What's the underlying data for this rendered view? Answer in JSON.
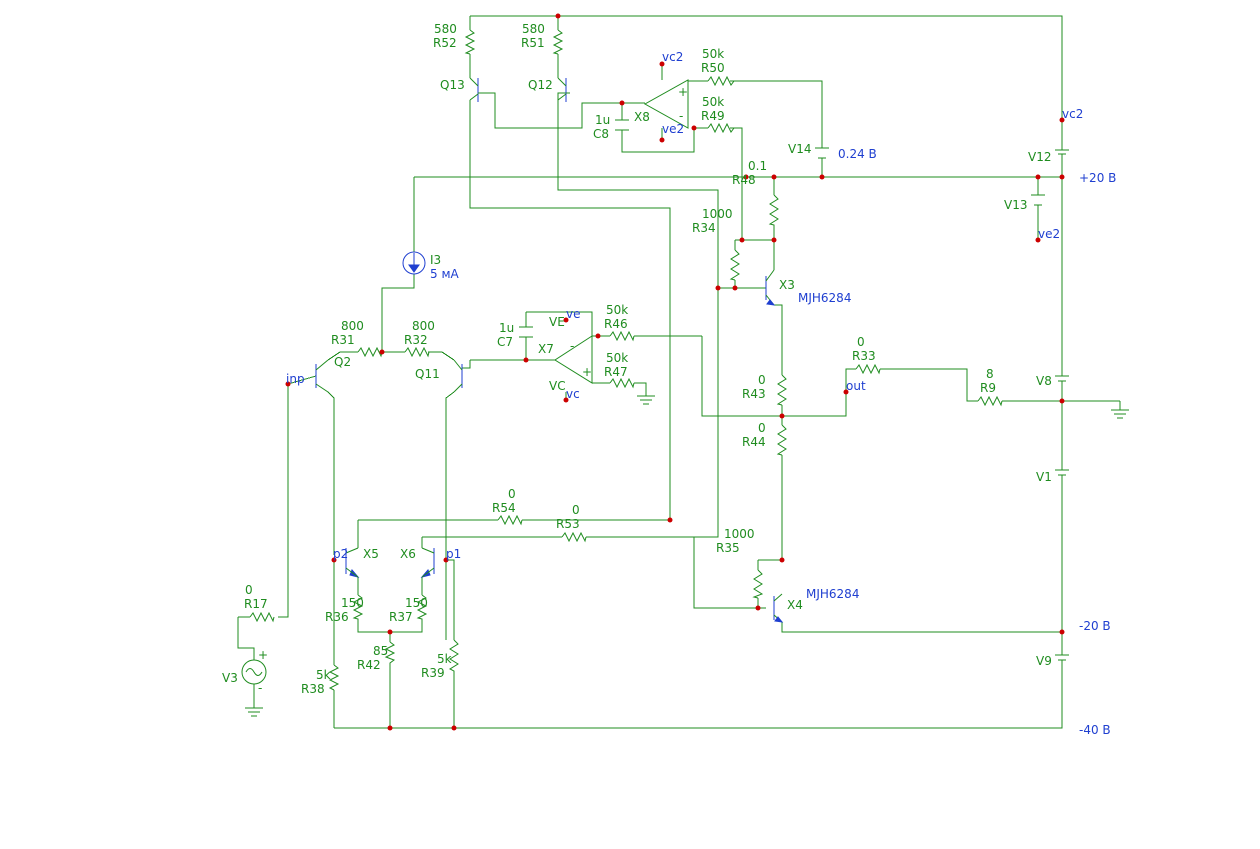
{
  "colors": {
    "wire": "#1f8c1f",
    "node_label": "#1f3fd0",
    "junction": "#cc0000",
    "background": "#ffffff"
  },
  "resistors": {
    "R52": {
      "ref": "R52",
      "value": "580"
    },
    "R51": {
      "ref": "R51",
      "value": "580"
    },
    "R50": {
      "ref": "R50",
      "value": "50k"
    },
    "R49": {
      "ref": "R49",
      "value": "50k"
    },
    "R48": {
      "ref": "R48",
      "value": "0.1"
    },
    "R34": {
      "ref": "R34",
      "value": "1000"
    },
    "R31": {
      "ref": "R31",
      "value": "800"
    },
    "R32": {
      "ref": "R32",
      "value": "800"
    },
    "R46": {
      "ref": "R46",
      "value": "50k"
    },
    "R47": {
      "ref": "R47",
      "value": "50k"
    },
    "R33": {
      "ref": "R33",
      "value": "0"
    },
    "R9": {
      "ref": "R9",
      "value": "8"
    },
    "R43": {
      "ref": "R43",
      "value": "0"
    },
    "R44": {
      "ref": "R44",
      "value": "0"
    },
    "R54": {
      "ref": "R54",
      "value": "0"
    },
    "R53": {
      "ref": "R53",
      "value": "0"
    },
    "R35": {
      "ref": "R35",
      "value": "1000"
    },
    "R17": {
      "ref": "R17",
      "value": "0"
    },
    "R36": {
      "ref": "R36",
      "value": "150"
    },
    "R37": {
      "ref": "R37",
      "value": "150"
    },
    "R42": {
      "ref": "R42",
      "value": "85"
    },
    "R38": {
      "ref": "R38",
      "value": "5k"
    },
    "R39": {
      "ref": "R39",
      "value": "5k"
    }
  },
  "capacitors": {
    "C8": {
      "ref": "C8",
      "value": "1u"
    },
    "C7": {
      "ref": "C7",
      "value": "1u"
    }
  },
  "transistors": {
    "Q13": {
      "ref": "Q13"
    },
    "Q12": {
      "ref": "Q12"
    },
    "Q2": {
      "ref": "Q2"
    },
    "Q11": {
      "ref": "Q11"
    },
    "X5": {
      "ref": "X5"
    },
    "X6": {
      "ref": "X6"
    },
    "X3": {
      "ref": "X3",
      "model": "MJH6284"
    },
    "X4": {
      "ref": "X4",
      "model": "MJH6284"
    }
  },
  "opamps": {
    "X8": {
      "ref": "X8",
      "plus": "+",
      "minus": "-"
    },
    "X7": {
      "ref": "X7",
      "plus": "+",
      "minus": "-"
    }
  },
  "sources": {
    "V14": {
      "ref": "V14",
      "value": "0.24 В"
    },
    "V12": {
      "ref": "V12"
    },
    "V13": {
      "ref": "V13"
    },
    "V8": {
      "ref": "V8"
    },
    "V1": {
      "ref": "V1"
    },
    "V9": {
      "ref": "V9"
    },
    "V3": {
      "ref": "V3",
      "plus": "+",
      "minus": "-"
    },
    "I3": {
      "ref": "I3",
      "value": "5 мА"
    }
  },
  "nodes": {
    "vc2_top": "vc2",
    "ve2_x8": "ve2",
    "vc2_right": "vc2",
    "ve2_right": "ve2",
    "ve_x7": "ve",
    "ve_x7_pin": "VE",
    "vc_x7": "vc",
    "vc_x7_pin": "VC",
    "inp": "inp",
    "out": "out",
    "p2": "p2",
    "p1": "p1",
    "plus20": "+20 В",
    "minus20": "-20 В",
    "minus40": "-40 В"
  }
}
